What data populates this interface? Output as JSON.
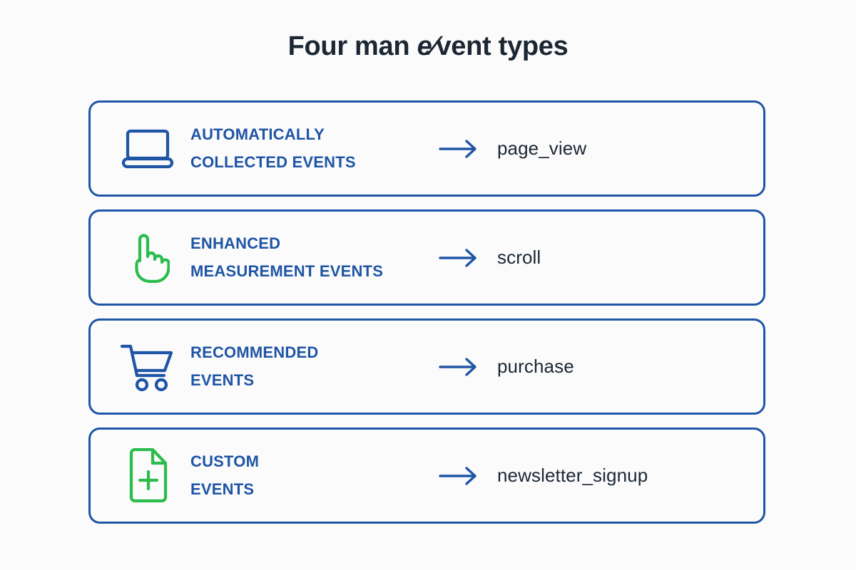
{
  "page": {
    "title_prefix": "Four man ",
    "title_swash": "e⁄",
    "title_suffix": "vent types",
    "background_color": "#fbfbfc",
    "brand_blue": "#1f55a5",
    "brand_green": "#2cbc4c",
    "text_dark": "#1c2733"
  },
  "cards": [
    {
      "icon_name": "laptop-icon",
      "icon_color": "#1f55a5",
      "label_line1": "AUTOMATICALLY",
      "label_line2": "COLLECTED EVENTS",
      "arrow_name": "arrow-right-icon",
      "event": "page_view"
    },
    {
      "icon_name": "pointing-hand-icon",
      "icon_color": "#2cbc4c",
      "label_line1": "ENHANCED",
      "label_line2": "MEASUREMENT EVENTS",
      "arrow_name": "arrow-right-icon",
      "event": "scroll"
    },
    {
      "icon_name": "shopping-cart-icon",
      "icon_color": "#1f55a5",
      "label_line1": "RECOMMENDED",
      "label_line2": "EVENTS",
      "arrow_name": "arrow-right-icon",
      "event": "purchase"
    },
    {
      "icon_name": "document-plus-icon",
      "icon_color": "#2cbc4c",
      "label_line1": "CUSTOM",
      "label_line2": "EVENTS",
      "arrow_name": "arrow-right-icon",
      "event": "newsletter_signup"
    }
  ]
}
